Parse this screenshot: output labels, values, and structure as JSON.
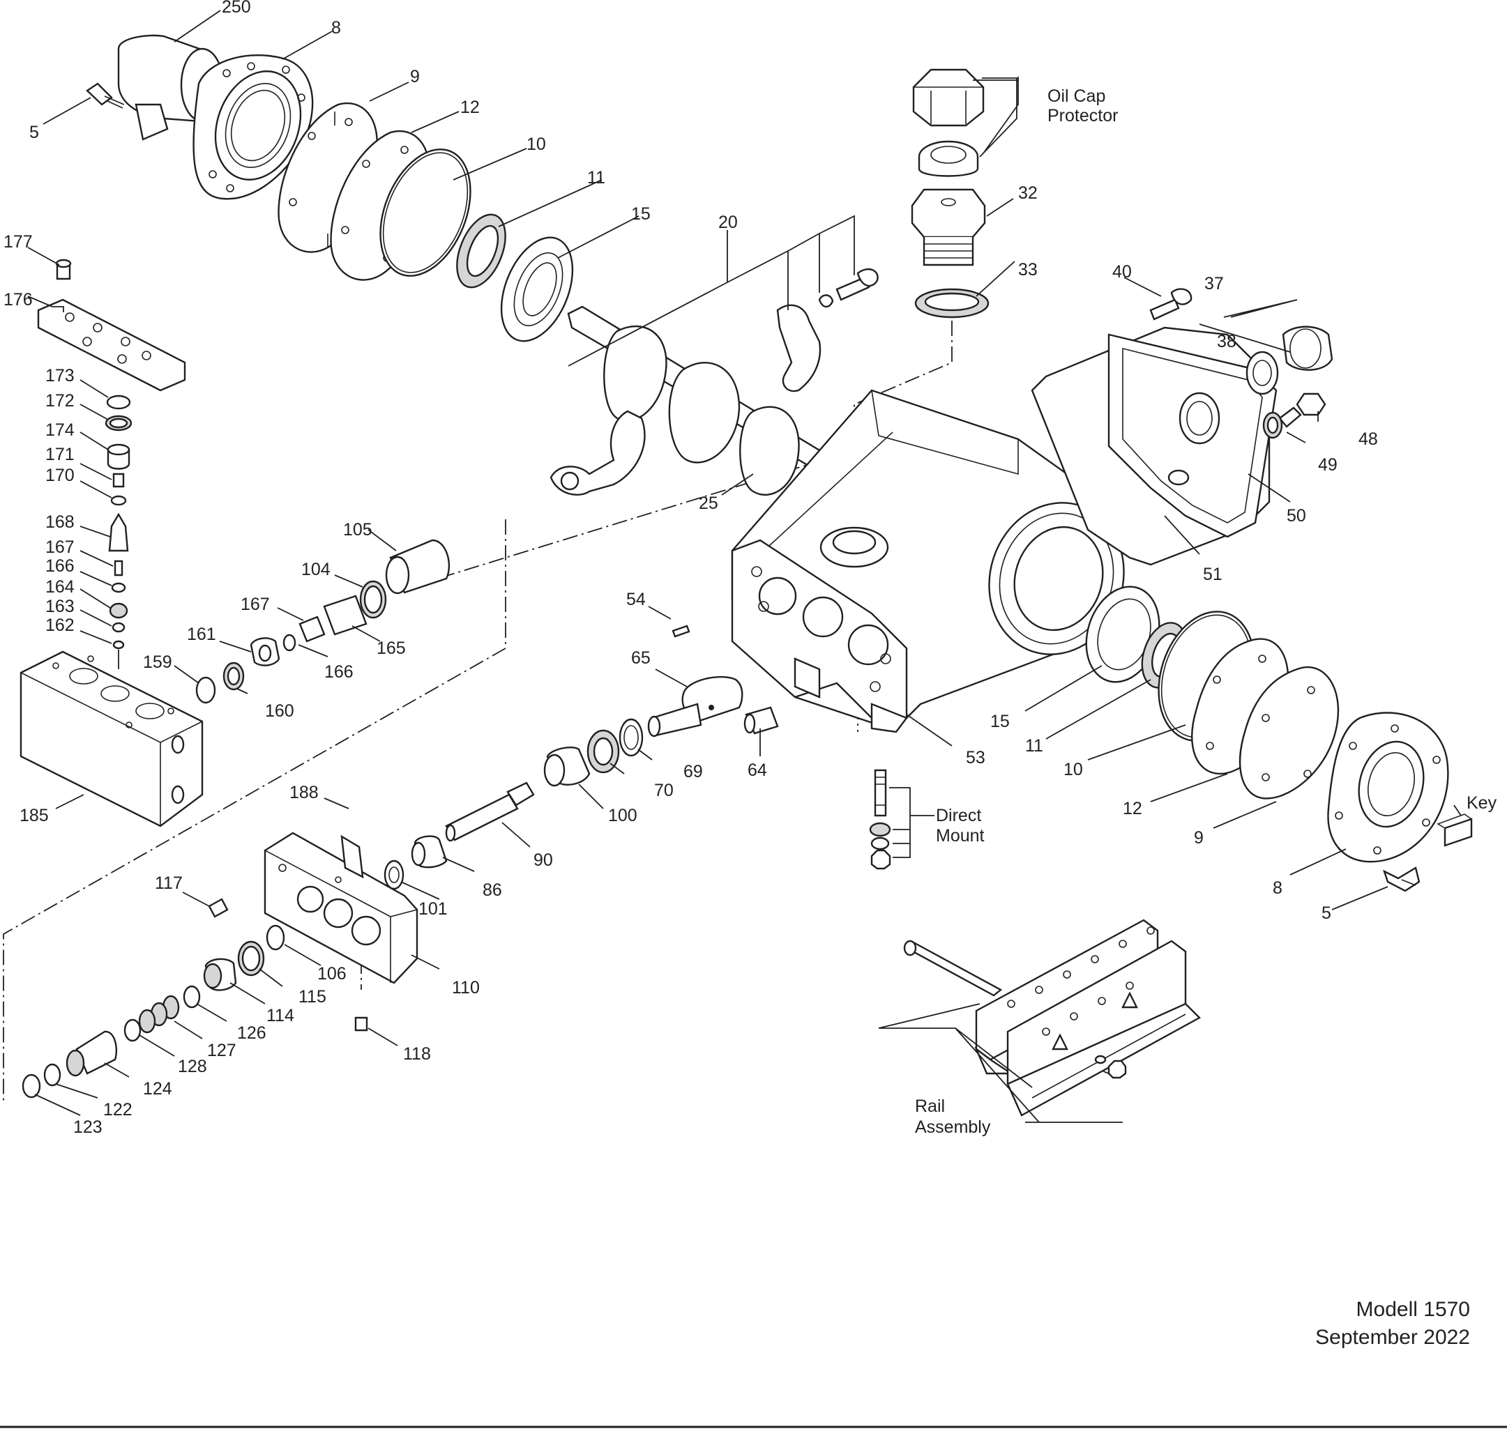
{
  "callouts": [
    {
      "id": "250",
      "text": "250"
    },
    {
      "id": "8a",
      "text": "8"
    },
    {
      "id": "5a",
      "text": "5"
    },
    {
      "id": "9a",
      "text": "9"
    },
    {
      "id": "12a",
      "text": "12"
    },
    {
      "id": "10a",
      "text": "10"
    },
    {
      "id": "11a",
      "text": "11"
    },
    {
      "id": "15a",
      "text": "15"
    },
    {
      "id": "20",
      "text": "20"
    },
    {
      "id": "177",
      "text": "177"
    },
    {
      "id": "176",
      "text": "176"
    },
    {
      "id": "173",
      "text": "173"
    },
    {
      "id": "172",
      "text": "172"
    },
    {
      "id": "174",
      "text": "174"
    },
    {
      "id": "171",
      "text": "171"
    },
    {
      "id": "170",
      "text": "170"
    },
    {
      "id": "168",
      "text": "168"
    },
    {
      "id": "167a",
      "text": "167"
    },
    {
      "id": "166a",
      "text": "166"
    },
    {
      "id": "164",
      "text": "164"
    },
    {
      "id": "163",
      "text": "163"
    },
    {
      "id": "162",
      "text": "162"
    },
    {
      "id": "185",
      "text": "185"
    },
    {
      "id": "159",
      "text": "159"
    },
    {
      "id": "160",
      "text": "160"
    },
    {
      "id": "161",
      "text": "161"
    },
    {
      "id": "167b",
      "text": "167"
    },
    {
      "id": "166b",
      "text": "166"
    },
    {
      "id": "165",
      "text": "165"
    },
    {
      "id": "104",
      "text": "104"
    },
    {
      "id": "105",
      "text": "105"
    },
    {
      "id": "25",
      "text": "25"
    },
    {
      "id": "32",
      "text": "32"
    },
    {
      "id": "33",
      "text": "33"
    },
    {
      "id": "40",
      "text": "40"
    },
    {
      "id": "37",
      "text": "37"
    },
    {
      "id": "38",
      "text": "38"
    },
    {
      "id": "48",
      "text": "48"
    },
    {
      "id": "49",
      "text": "49"
    },
    {
      "id": "50",
      "text": "50"
    },
    {
      "id": "51",
      "text": "51"
    },
    {
      "id": "54",
      "text": "54"
    },
    {
      "id": "65",
      "text": "65"
    },
    {
      "id": "64",
      "text": "64"
    },
    {
      "id": "69",
      "text": "69"
    },
    {
      "id": "70",
      "text": "70"
    },
    {
      "id": "100",
      "text": "100"
    },
    {
      "id": "90",
      "text": "90"
    },
    {
      "id": "86",
      "text": "86"
    },
    {
      "id": "101",
      "text": "101"
    },
    {
      "id": "188",
      "text": "188"
    },
    {
      "id": "117",
      "text": "117"
    },
    {
      "id": "110",
      "text": "110"
    },
    {
      "id": "106",
      "text": "106"
    },
    {
      "id": "115",
      "text": "115"
    },
    {
      "id": "114",
      "text": "114"
    },
    {
      "id": "126",
      "text": "126"
    },
    {
      "id": "127",
      "text": "127"
    },
    {
      "id": "128",
      "text": "128"
    },
    {
      "id": "124",
      "text": "124"
    },
    {
      "id": "122",
      "text": "122"
    },
    {
      "id": "123",
      "text": "123"
    },
    {
      "id": "118",
      "text": "118"
    },
    {
      "id": "53",
      "text": "53"
    },
    {
      "id": "15b",
      "text": "15"
    },
    {
      "id": "11b",
      "text": "11"
    },
    {
      "id": "10b",
      "text": "10"
    },
    {
      "id": "12b",
      "text": "12"
    },
    {
      "id": "9b",
      "text": "9"
    },
    {
      "id": "8b",
      "text": "8"
    },
    {
      "id": "5b",
      "text": "5"
    },
    {
      "id": "key",
      "text": "Key"
    }
  ],
  "group_labels": {
    "oil_cap_protector": [
      "Oil Cap",
      "Protector"
    ],
    "direct_mount": [
      "Direct",
      "Mount"
    ],
    "rail_assembly": [
      "Rail",
      "Assembly"
    ]
  },
  "footer": {
    "model": "Modell 1570",
    "date": "September 2022"
  },
  "colors": {
    "ink": "#231f20",
    "shade": "#d6d6d6",
    "paper": "#ffffff"
  }
}
